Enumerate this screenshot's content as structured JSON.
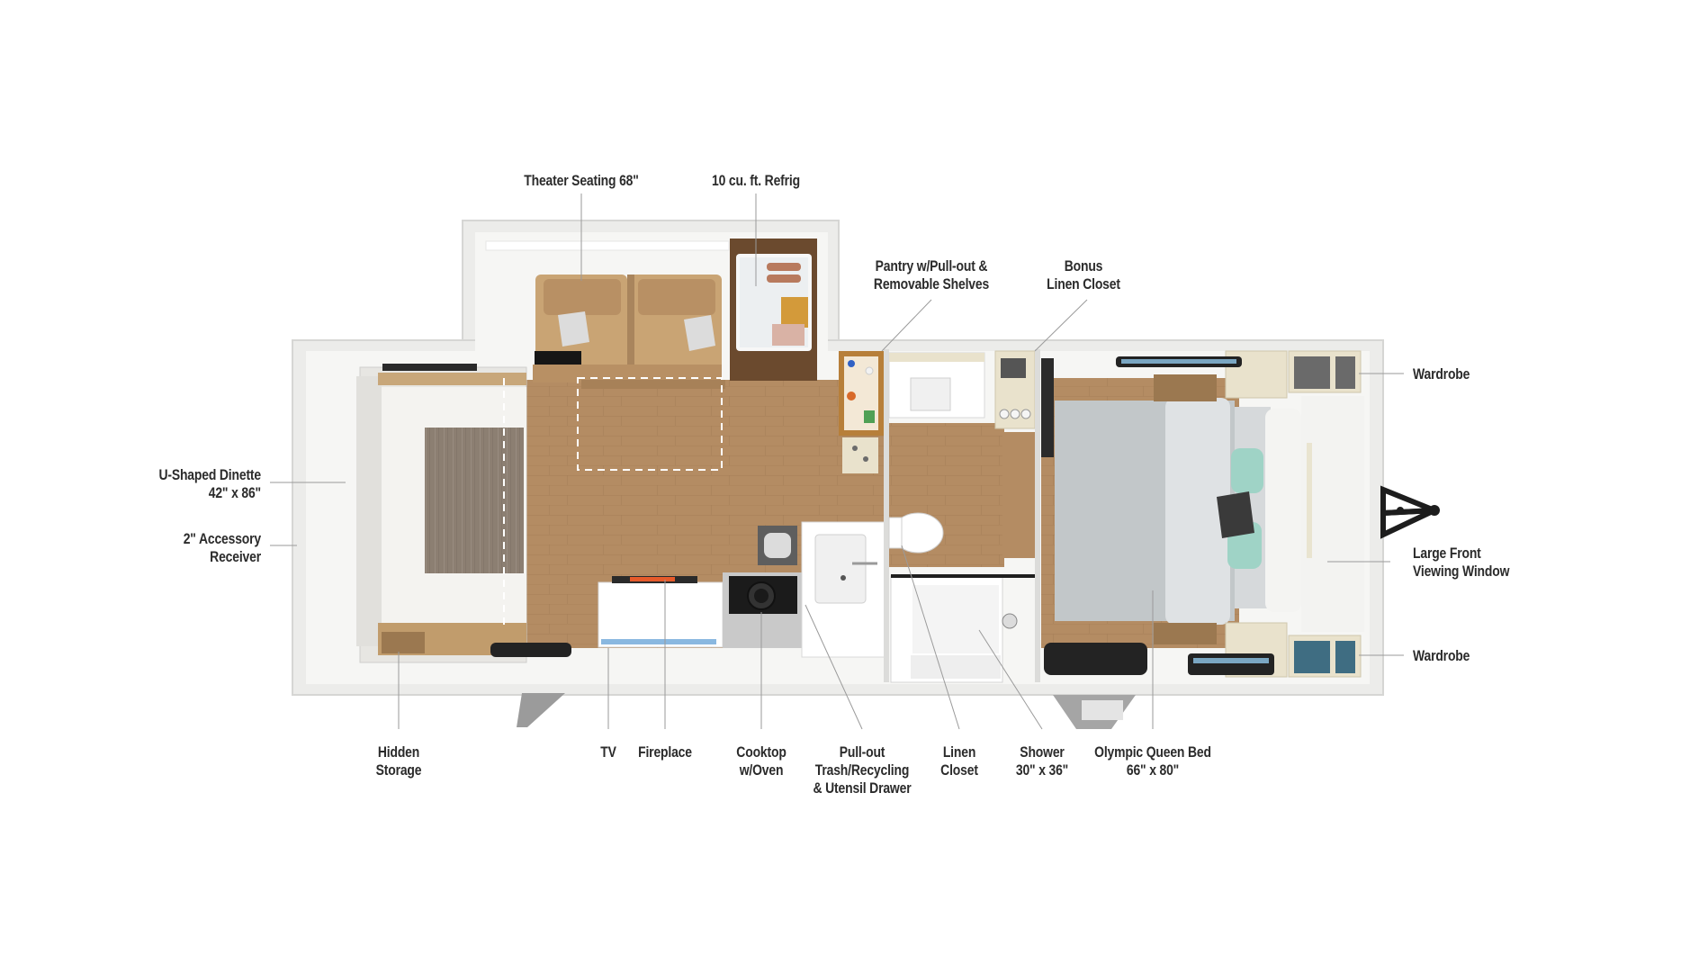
{
  "labels": {
    "theater_seating": "Theater Seating 68\"",
    "refrigerator": "10 cu. ft. Refrig",
    "pantry": [
      "Pantry w/Pull-out &",
      "Removable Shelves"
    ],
    "bonus_linen": [
      "Bonus",
      "Linen Closet"
    ],
    "wardrobe_top": "Wardrobe",
    "wardrobe_bottom": "Wardrobe",
    "u_dinette": [
      "U-Shaped Dinette",
      "42\" x 86\""
    ],
    "accessory_receiver": [
      "2\" Accessory",
      "Receiver"
    ],
    "large_front_window": [
      "Large Front",
      "Viewing Window"
    ],
    "hidden_storage": [
      "Hidden",
      "Storage"
    ],
    "tv": "TV",
    "fireplace": "Fireplace",
    "cooktop": [
      "Cooktop",
      "w/Oven"
    ],
    "pullout_trash": [
      "Pull-out",
      "Trash/Recycling",
      "& Utensil Drawer"
    ],
    "linen_closet": [
      "Linen",
      "Closet"
    ],
    "shower": [
      "Shower",
      "30\" x 36\""
    ],
    "queen_bed": [
      "Olympic Queen Bed",
      "66\" x 80\""
    ]
  },
  "colors": {
    "wall": "#f1f1ef",
    "floor": "#b8916a",
    "sofa": "#c9a474",
    "bedding": "#c2c7c9",
    "accent_teal": "#9fd3c6",
    "cabinet": "#e9e2cc",
    "leader": "#9a9a9a",
    "text": "#2b2b2b"
  }
}
